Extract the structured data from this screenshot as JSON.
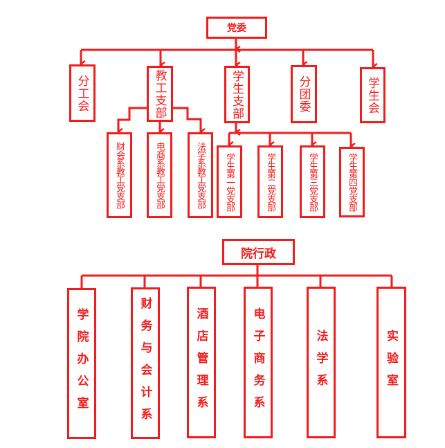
{
  "colors": {
    "accent": "#f21c1c"
  },
  "party": {
    "root": "党委",
    "level2": [
      "分工会",
      "教工支部",
      "学生支部",
      "分团委",
      "学生会"
    ],
    "faculty_branches": [
      "财会系教工党支部",
      "电商系教工党支部",
      "法学系教工党支部"
    ],
    "student_branches": [
      "学生第一党支部",
      "学生第二党支部",
      "学生第三党支部",
      "学生第四党支部"
    ]
  },
  "admin": {
    "root": "院行政",
    "units": [
      "学院办公室",
      "财务与会计系",
      "酒店管理系",
      "电子商务系",
      "法学系",
      "实验室"
    ]
  }
}
